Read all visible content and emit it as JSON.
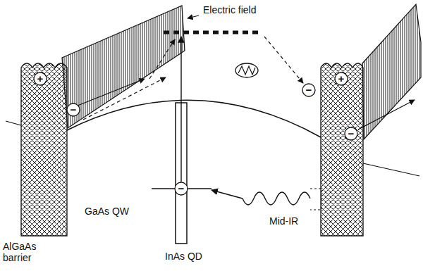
{
  "diagram": {
    "labels": [
      "Electric field",
      "+",
      "−",
      "−",
      "+",
      "−",
      "−",
      "GaAs QW",
      "Mid-IR",
      "AlGaAs barrier",
      "InAs QD"
    ]
  }
}
